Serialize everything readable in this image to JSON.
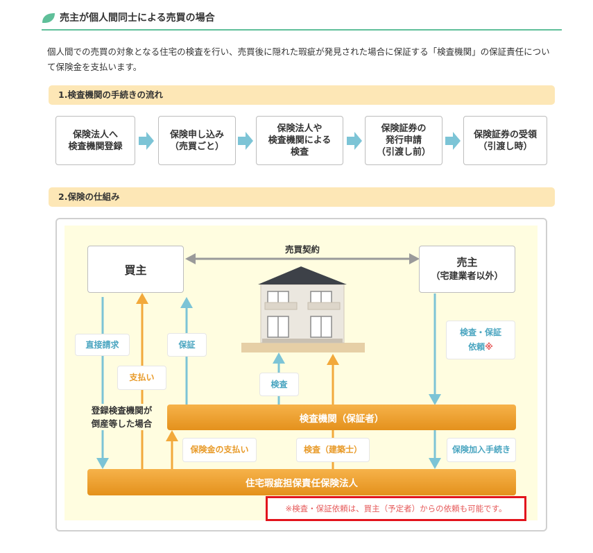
{
  "header": {
    "title": "売主が個人間同士による売買の場合",
    "leaf_icon": "leaf-icon",
    "accent_color": "#5fbf99"
  },
  "intro": "個人間での売買の対象となる住宅の検査を行い、売買後に隠れた瑕疵が発見された場合に保証する「検査機関」の保証責任について保険金を支払います。",
  "section1": {
    "title": "1.検査機関の手続きの流れ",
    "steps": [
      "保険法人へ\n検査機関登録",
      "保険申し込み\n（売買ごと）",
      "保険法人や\n検査機関による\n検査",
      "保険証券の\n発行申請\n（引渡し前）",
      "保険証券の受領\n（引渡し時）"
    ],
    "arrow_color": "#7cc4d6"
  },
  "section2": {
    "title": "2.保険の仕組み",
    "buyer": "買主",
    "seller": "売主",
    "seller_sub": "（宅建業者以外）",
    "contract": "売買契約",
    "direct_claim": "直接請求",
    "payment": "支払い",
    "guarantee": "保証",
    "inspection": "検査",
    "request_main": "検査・保証",
    "request_sub": "依頼",
    "request_mark": "※",
    "bankruptcy": "登録検査機関が\n倒産等した場合",
    "inspector_bar": "検査機関（保証者）",
    "insurance_payment": "保険金の支払い",
    "inspection_architect": "検査（建築士）",
    "enrollment": "保険加入手続き",
    "insurer_bar": "住宅瑕疵担保責任保険法人",
    "note": "※検査・保証依頼は、買主（予定者）からの依頼も可能です。",
    "colors": {
      "blue": "#7cc4d6",
      "orange": "#f2a93b",
      "gray": "#9a9a9a",
      "note_border": "#e2141c"
    }
  }
}
